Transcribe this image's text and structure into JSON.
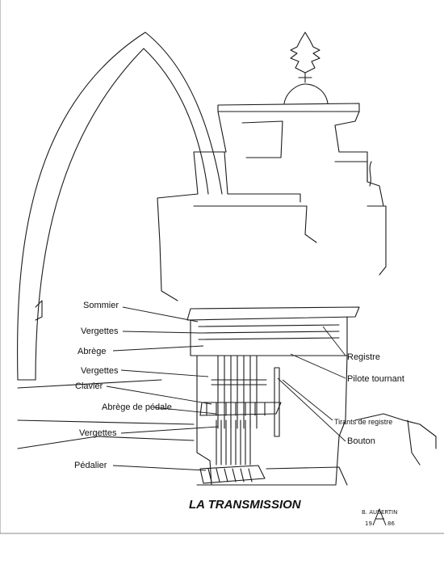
{
  "title": "LA TRANSMISSION",
  "labels_left": [
    "Sommier",
    "Vergettes",
    "Abrège",
    "Vergettes",
    "Clavier",
    "Abrège de pédale",
    "Vergettes",
    "Pédalier"
  ],
  "labels_right": [
    "Registre",
    "Pilote tournant",
    "Tirants de registre",
    "Bouton"
  ],
  "signature": {
    "name": "B. AUBERTIN",
    "year_a": "19",
    "year_b": "86"
  },
  "colors": {
    "ink": "#1a1a1a",
    "paper": "#ffffff"
  }
}
